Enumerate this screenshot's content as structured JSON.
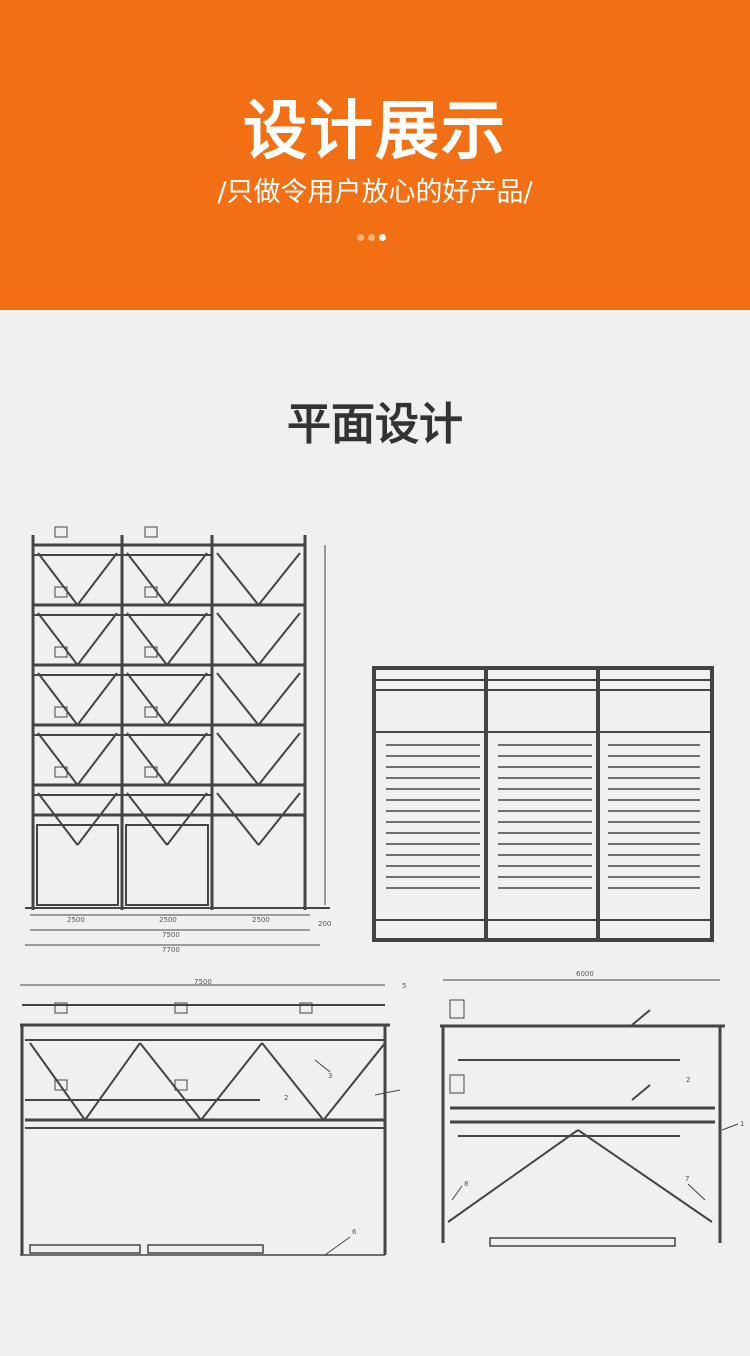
{
  "banner": {
    "title": "设计展示",
    "subtitle": "/只做令用户放心的好产品/",
    "dots": 3,
    "active_dot": 2,
    "color": "#f26f13"
  },
  "section": {
    "title": "平面设计"
  },
  "drawings": {
    "front_elevation": {
      "bays": [
        "2500",
        "2500",
        "2500"
      ],
      "total_inner": "7500",
      "total_outer": "7700",
      "side": "200"
    },
    "plan_view": {},
    "side_elevation": {
      "width": "7500",
      "labels": [
        "5",
        "3",
        "2",
        "6"
      ]
    },
    "end_elevation": {
      "width": "6000",
      "labels": [
        "1",
        "2",
        "8",
        "7"
      ]
    }
  }
}
